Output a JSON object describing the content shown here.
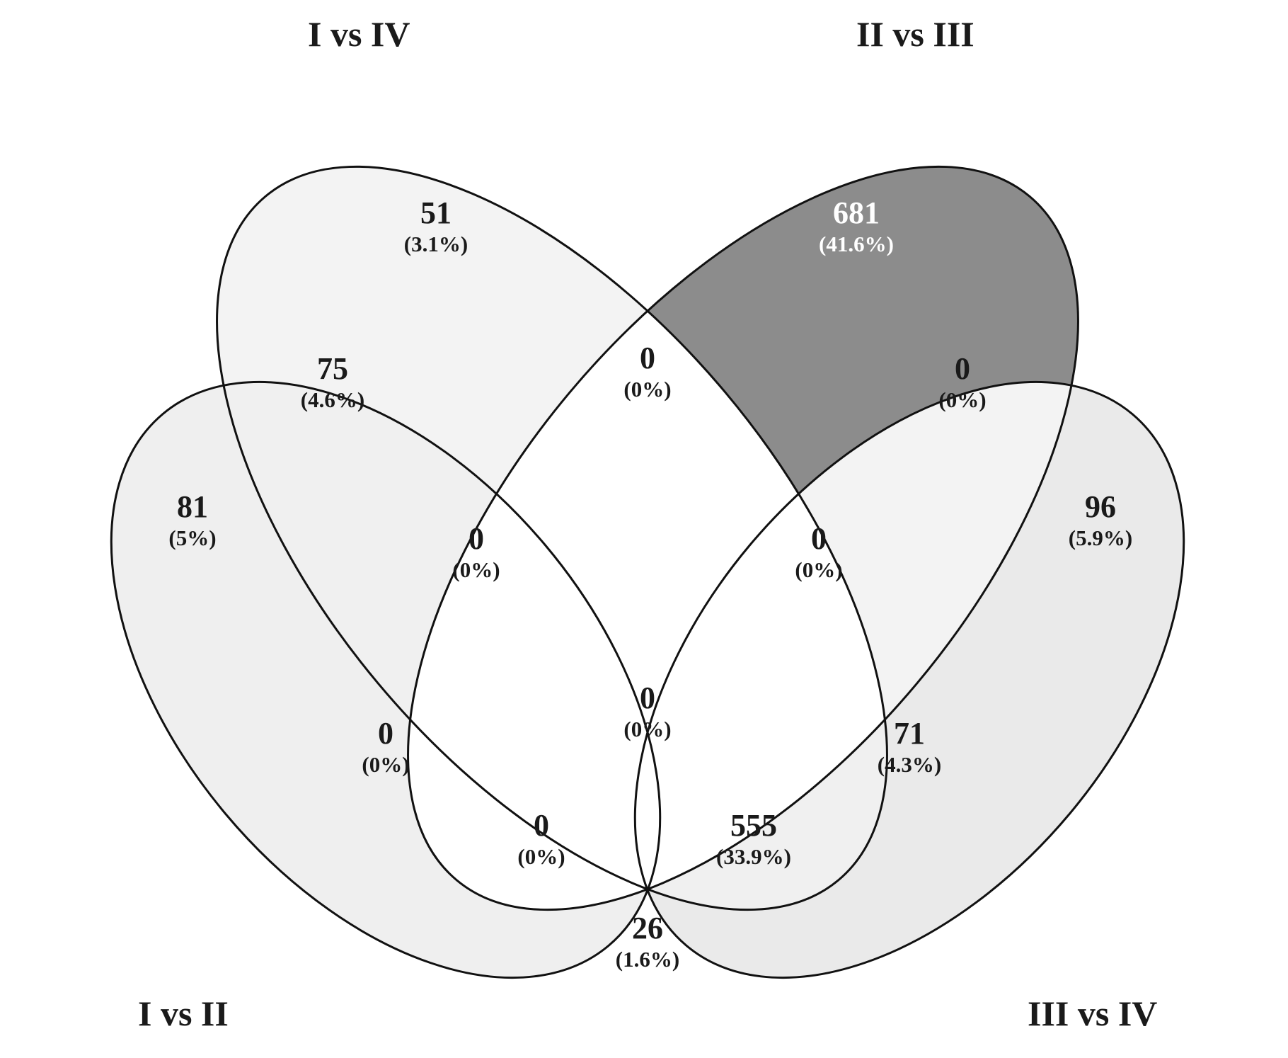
{
  "sets": [
    {
      "key": "A",
      "label": "I vs II",
      "fill": "#efefef"
    },
    {
      "key": "B",
      "label": "I vs IV",
      "fill": "#f3f3f3"
    },
    {
      "key": "C",
      "label": "II vs III",
      "fill": "#f3f3f3"
    },
    {
      "key": "D",
      "label": "III vs IV",
      "fill": "#eaeaea"
    }
  ],
  "regions": [
    {
      "id": "A",
      "count": "81",
      "pct": "(5%)",
      "fill": "#efefef"
    },
    {
      "id": "B",
      "count": "51",
      "pct": "(3.1%)",
      "fill": "#f3f3f3"
    },
    {
      "id": "C",
      "count": "681",
      "pct": "(41.6%)",
      "fill": "#8c8c8c",
      "light": true
    },
    {
      "id": "D",
      "count": "96",
      "pct": "(5.9%)",
      "fill": "#eaeaea"
    },
    {
      "id": "AB",
      "count": "75",
      "pct": "(4.6%)",
      "fill": "#f0f0f0"
    },
    {
      "id": "BC",
      "count": "0",
      "pct": "(0%)",
      "fill": "#ffffff"
    },
    {
      "id": "CD",
      "count": "0",
      "pct": "(0%)",
      "fill": "#ffffff"
    },
    {
      "id": "ABC",
      "count": "0",
      "pct": "(0%)",
      "fill": "#ffffff"
    },
    {
      "id": "BCD",
      "count": "0",
      "pct": "(0%)",
      "fill": "#ffffff"
    },
    {
      "id": "AC",
      "count": "0",
      "pct": "(0%)",
      "fill": "#ffffff"
    },
    {
      "id": "ABCD",
      "count": "0",
      "pct": "(0%)",
      "fill": "#ffffff"
    },
    {
      "id": "BD",
      "count": "71",
      "pct": "(4.3%)",
      "fill": "#f0f0f0"
    },
    {
      "id": "ACD",
      "count": "0",
      "pct": "(0%)",
      "fill": "#ffffff"
    },
    {
      "id": "ABD",
      "count": "555",
      "pct": "(33.9%)",
      "fill": "#8c8c8c"
    },
    {
      "id": "AD",
      "count": "26",
      "pct": "(1.6%)",
      "fill": "#f0f0f0"
    }
  ]
}
